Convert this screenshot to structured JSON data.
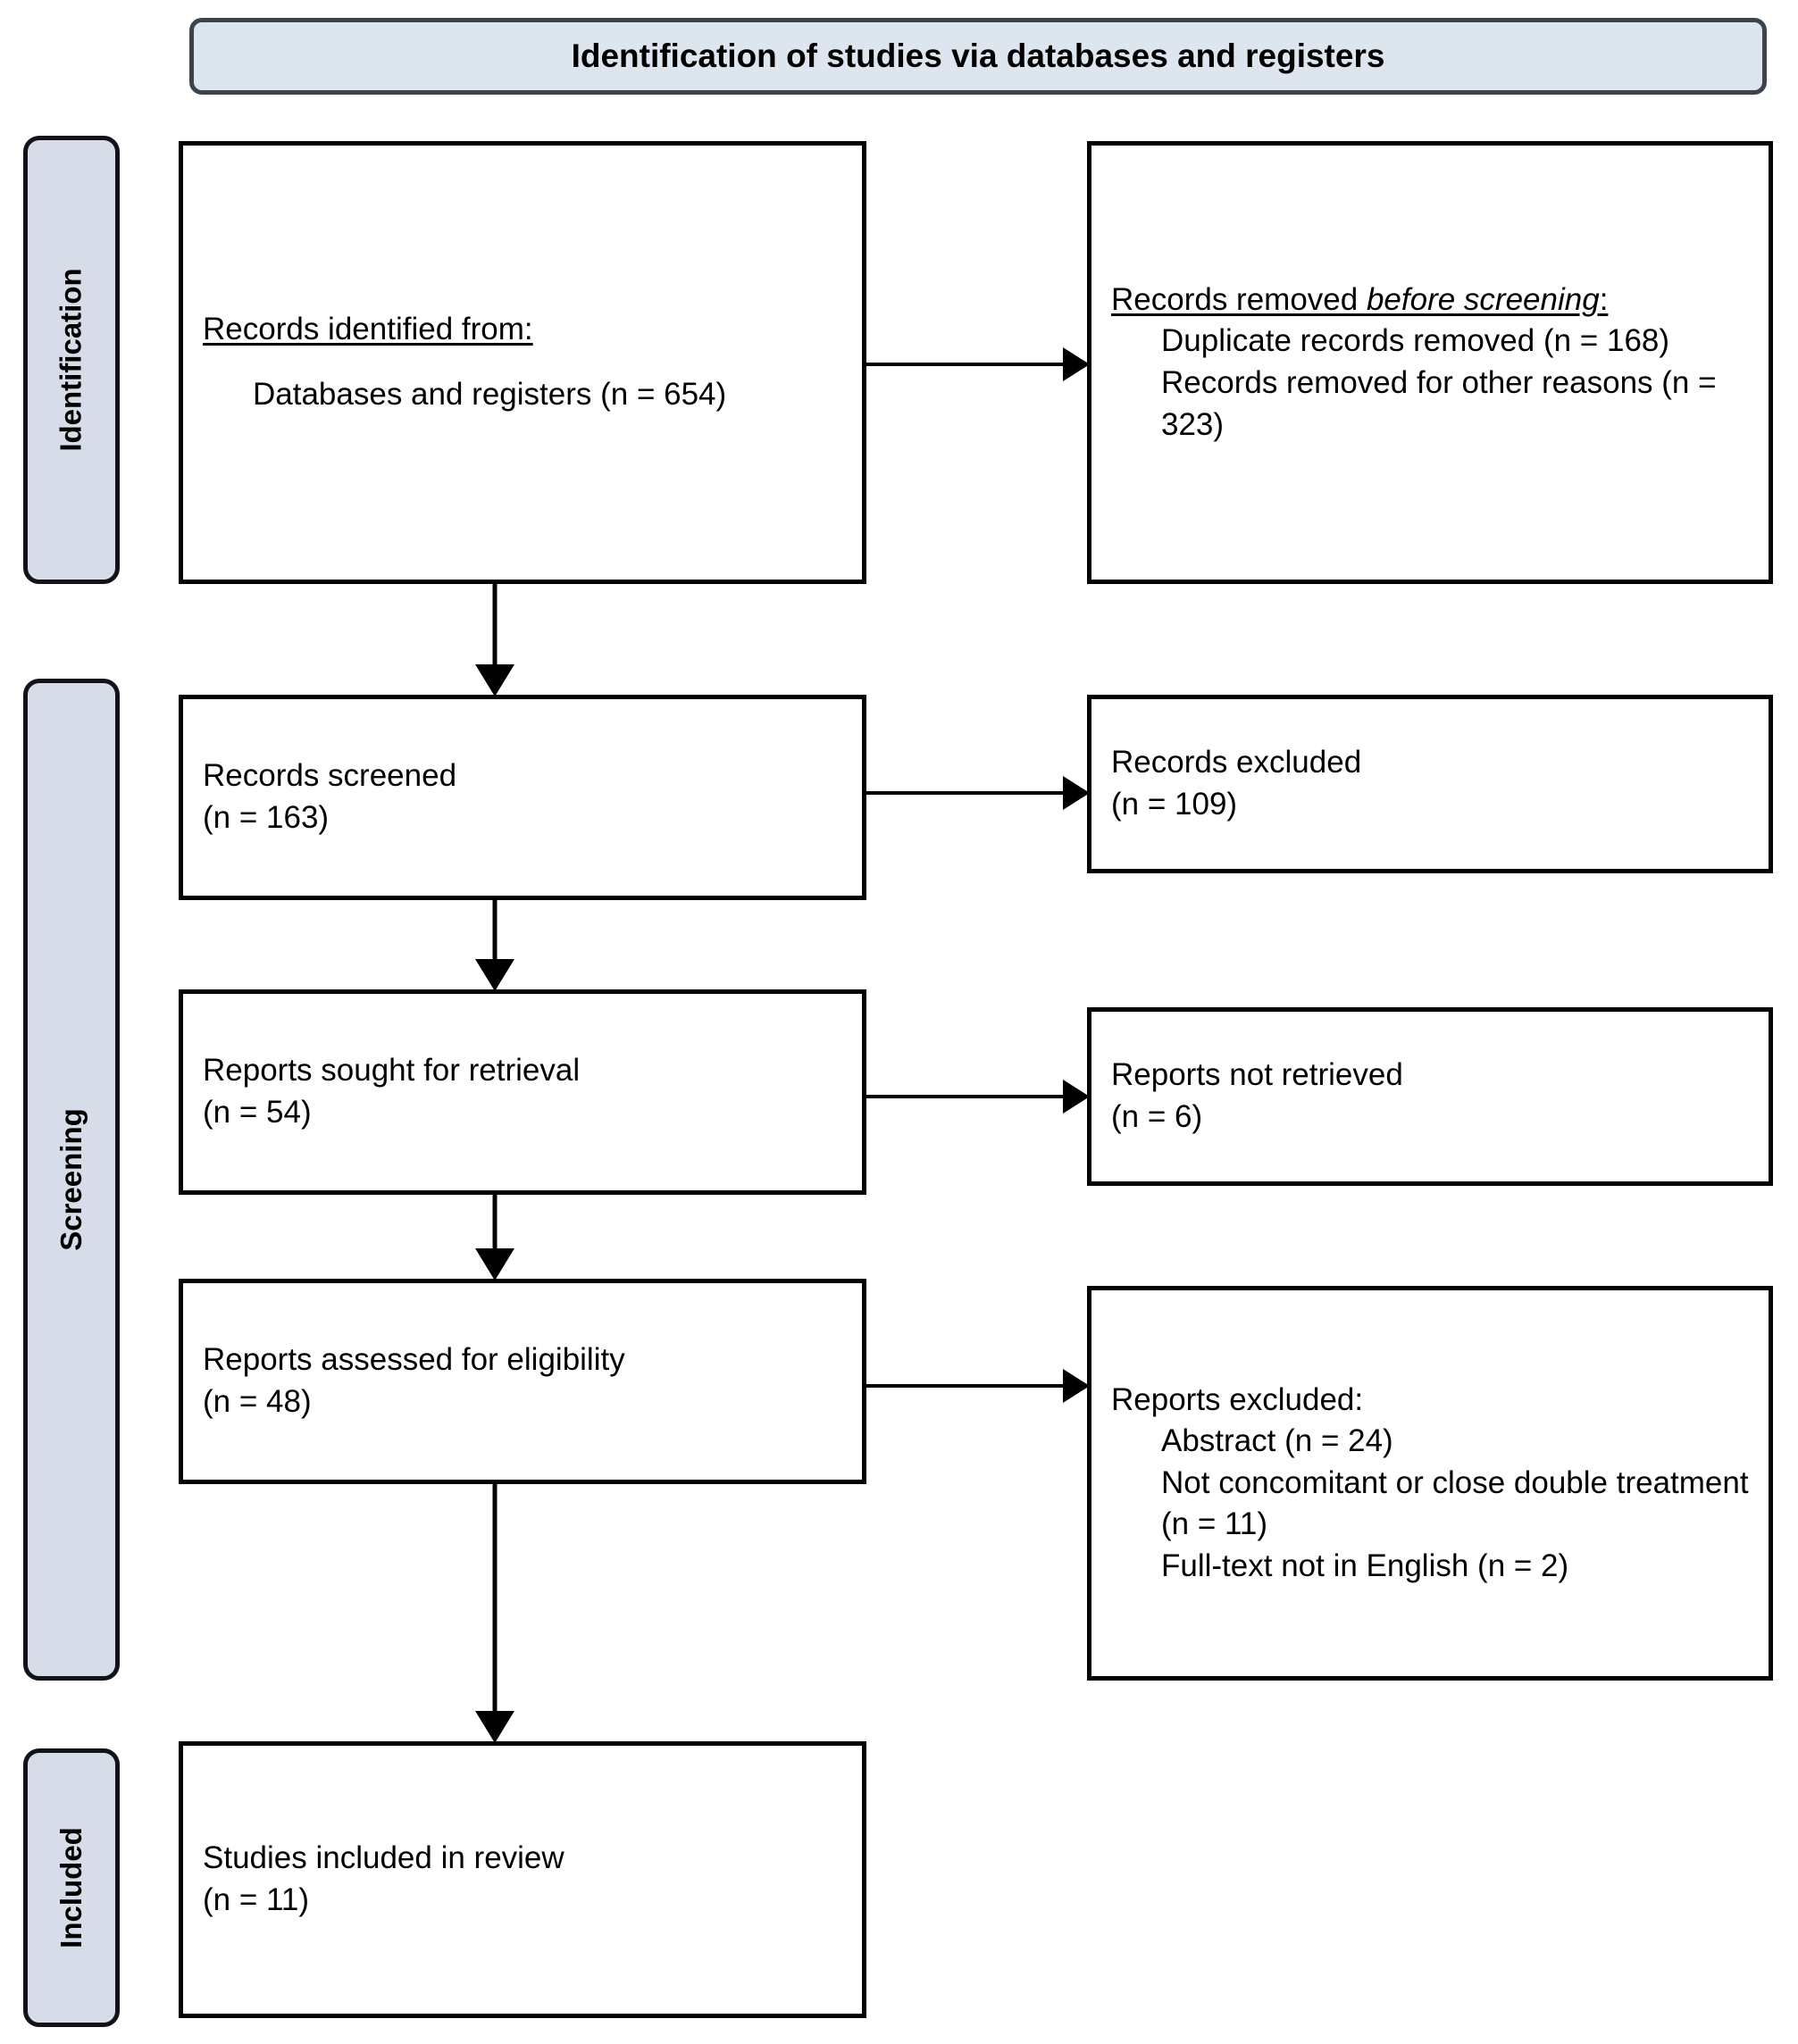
{
  "header": {
    "title": "Identification of studies via databases and registers"
  },
  "stages": {
    "identification": "Identification",
    "screening": "Screening",
    "included": "Included"
  },
  "boxes": {
    "identified": {
      "heading": "Records identified from:",
      "line1": "Databases and registers (n = 654)"
    },
    "removed_before": {
      "heading_plain": "Records removed ",
      "heading_italic": "before screening",
      "heading_colon": ":",
      "line1": "Duplicate records removed (n = 168)",
      "line2": "Records removed for other reasons (n = 323)"
    },
    "screened": {
      "line1": "Records screened",
      "line2": "(n = 163)"
    },
    "records_excluded": {
      "line1": "Records excluded",
      "line2": "(n = 109)"
    },
    "sought": {
      "line1": "Reports sought for retrieval",
      "line2": "(n = 54)"
    },
    "not_retrieved": {
      "line1": "Reports not retrieved",
      "line2": "(n = 6)"
    },
    "assessed": {
      "line1": "Reports assessed for eligibility",
      "line2": "(n = 48)"
    },
    "reports_excluded": {
      "heading": "Reports excluded:",
      "line1": "Abstract (n = 24)",
      "line2": "Not concomitant or close double treatment (n = 11)",
      "line3": "Full-text not in English (n = 2)"
    },
    "included": {
      "line1": "Studies included in review",
      "line2": "(n = 11)"
    }
  },
  "flow_data": {
    "type": "prisma-flow",
    "identified_databases_registers": 654,
    "duplicate_records_removed": 168,
    "records_removed_other_reasons": 323,
    "records_screened": 163,
    "records_excluded": 109,
    "reports_sought_for_retrieval": 54,
    "reports_not_retrieved": 6,
    "reports_assessed_for_eligibility": 48,
    "reports_excluded_abstract": 24,
    "reports_excluded_not_concomitant_or_close_double_treatment": 11,
    "reports_excluded_full_text_not_english": 2,
    "studies_included_in_review": 11
  },
  "colors": {
    "banner_fill": "#dde5ef",
    "banner_border": "#3c434b",
    "stage_fill": "#d6dde8",
    "stage_border": "#111318",
    "box_border": "#000000",
    "box_fill": "#ffffff",
    "arrow": "#000000"
  }
}
